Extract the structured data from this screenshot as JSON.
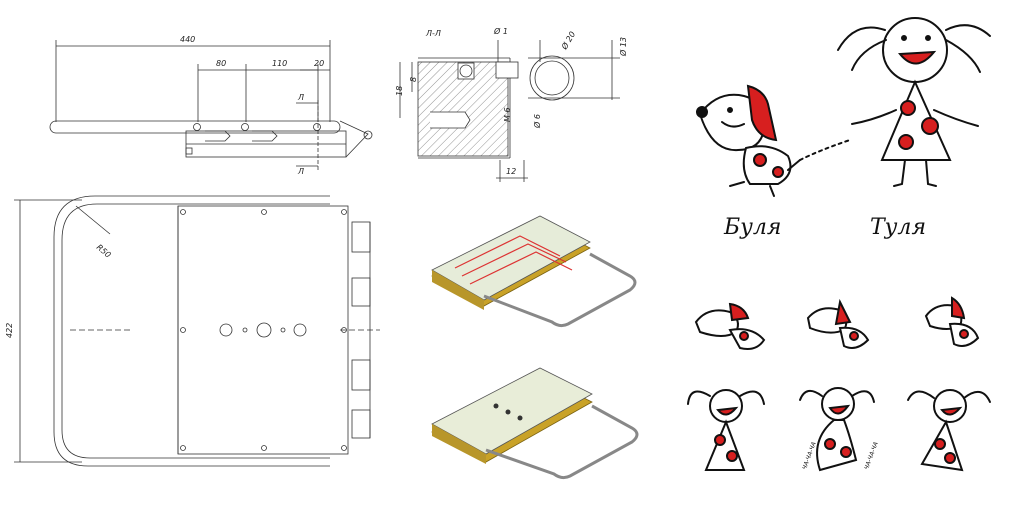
{
  "drawing": {
    "top_view": {
      "dim_total": "440",
      "dim_a": "80",
      "dim_b": "110",
      "dim_c": "20",
      "section_mark_top": "Л",
      "section_mark_bottom": "Л"
    },
    "section": {
      "title": "Л-Л",
      "dia_1": "Ø 1",
      "dia_20": "Ø 20",
      "dia_13": "Ø 13",
      "dim_8": "8",
      "dim_18": "18",
      "thread": "М 6",
      "dia_6": "Ø 6",
      "dim_12": "12"
    },
    "plan_view": {
      "dim_height": "422",
      "radius": "R50"
    }
  },
  "cartoon": {
    "dog_name": "Буля",
    "girl_name": "Туля",
    "sound_1": "ЧА-ЧА-ЧА",
    "sound_2": "ЧА-ЧА-ЧА",
    "colors": {
      "red": "#d71f1f",
      "ink": "#111111",
      "gold": "#c9a227",
      "plate": "#e6ecd9"
    }
  }
}
